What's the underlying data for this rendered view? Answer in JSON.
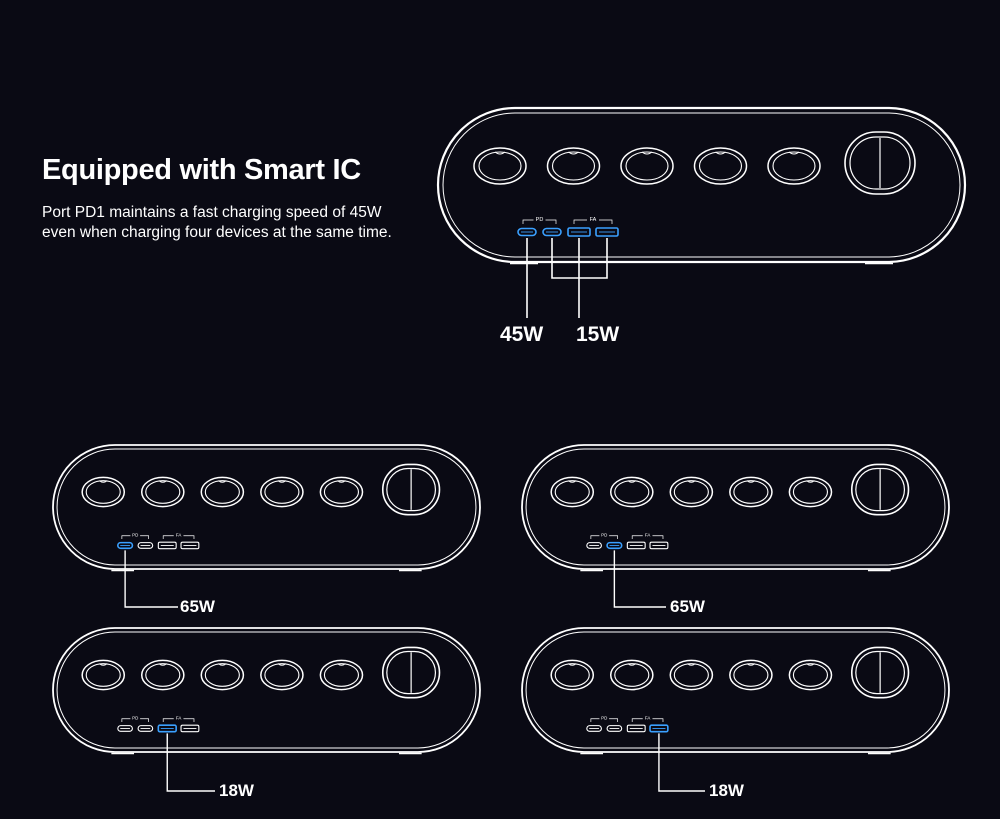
{
  "headline": "Equipped with Smart IC",
  "description": {
    "line1": "Port PD1 maintains a fast charging speed of 45W",
    "line2": "even when charging four devices at the same time."
  },
  "port_labels": {
    "pd": "PD",
    "fa": "FA"
  },
  "scenarios": [
    {
      "id": "top",
      "active_ports": [
        0,
        1,
        2,
        3
      ],
      "callouts": [
        {
          "text": "45W",
          "ports": [
            0
          ]
        },
        {
          "text": "15W",
          "ports": [
            1,
            2,
            3
          ]
        }
      ]
    },
    {
      "id": "mid-left",
      "active_ports": [
        0
      ],
      "callouts": [
        {
          "text": "65W",
          "ports": [
            0
          ]
        }
      ]
    },
    {
      "id": "mid-right",
      "active_ports": [
        1
      ],
      "callouts": [
        {
          "text": "65W",
          "ports": [
            1
          ]
        }
      ]
    },
    {
      "id": "bottom-left",
      "active_ports": [
        2
      ],
      "callouts": [
        {
          "text": "18W",
          "ports": [
            2
          ]
        }
      ]
    },
    {
      "id": "bottom-right",
      "active_ports": [
        3
      ],
      "callouts": [
        {
          "text": "18W",
          "ports": [
            3
          ]
        }
      ]
    }
  ],
  "colors": {
    "background": "#0a0a14",
    "outline": "#ffffff",
    "port_active": "#3aa0ff"
  }
}
